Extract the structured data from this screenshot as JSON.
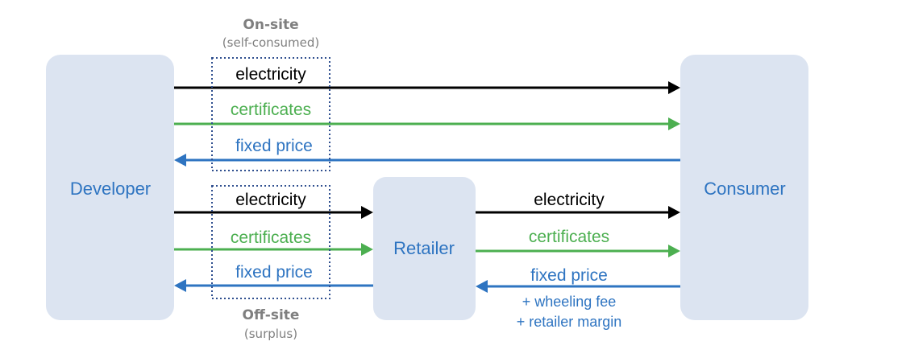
{
  "colors": {
    "node_fill": "#dce4f1",
    "node_text": "#2e74c1",
    "electricity": "#000000",
    "certificates": "#4caf50",
    "fixed_price": "#2e74c1",
    "zone_border": "#2f4f8f",
    "zone_text": "#7f7f7f"
  },
  "nodes": {
    "developer": "Developer",
    "consumer": "Consumer",
    "retailer": "Retailer"
  },
  "zones": {
    "onsite": {
      "title": "On-site",
      "subtitle": "(self-consumed)"
    },
    "offsite": {
      "title": "Off-site",
      "subtitle": "(surplus)"
    }
  },
  "flows": {
    "onsite": {
      "electricity": "electricity",
      "certificates": "certificates",
      "fixed_price": "fixed price"
    },
    "offsite_to_retailer": {
      "electricity": "electricity",
      "certificates": "certificates",
      "fixed_price": "fixed price"
    },
    "retailer_to_consumer": {
      "electricity": "electricity",
      "certificates": "certificates",
      "fixed_price": "fixed price",
      "wheeling_fee": "+ wheeling fee",
      "retailer_margin": "+ retailer margin"
    }
  }
}
